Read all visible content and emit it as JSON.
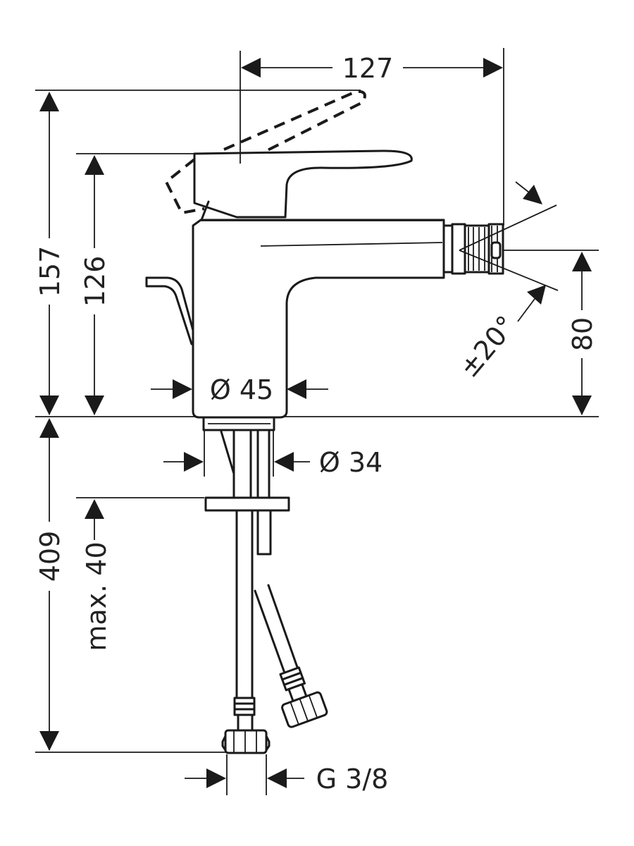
{
  "dimensions": {
    "width_127": "127",
    "height_157": "157",
    "height_126": "126",
    "height_80": "80",
    "angle": "±20°",
    "diameter_45": "Ø 45",
    "diameter_34": "Ø 34",
    "height_409": "409",
    "max_40": "max. 40",
    "thread": "G 3/8"
  }
}
